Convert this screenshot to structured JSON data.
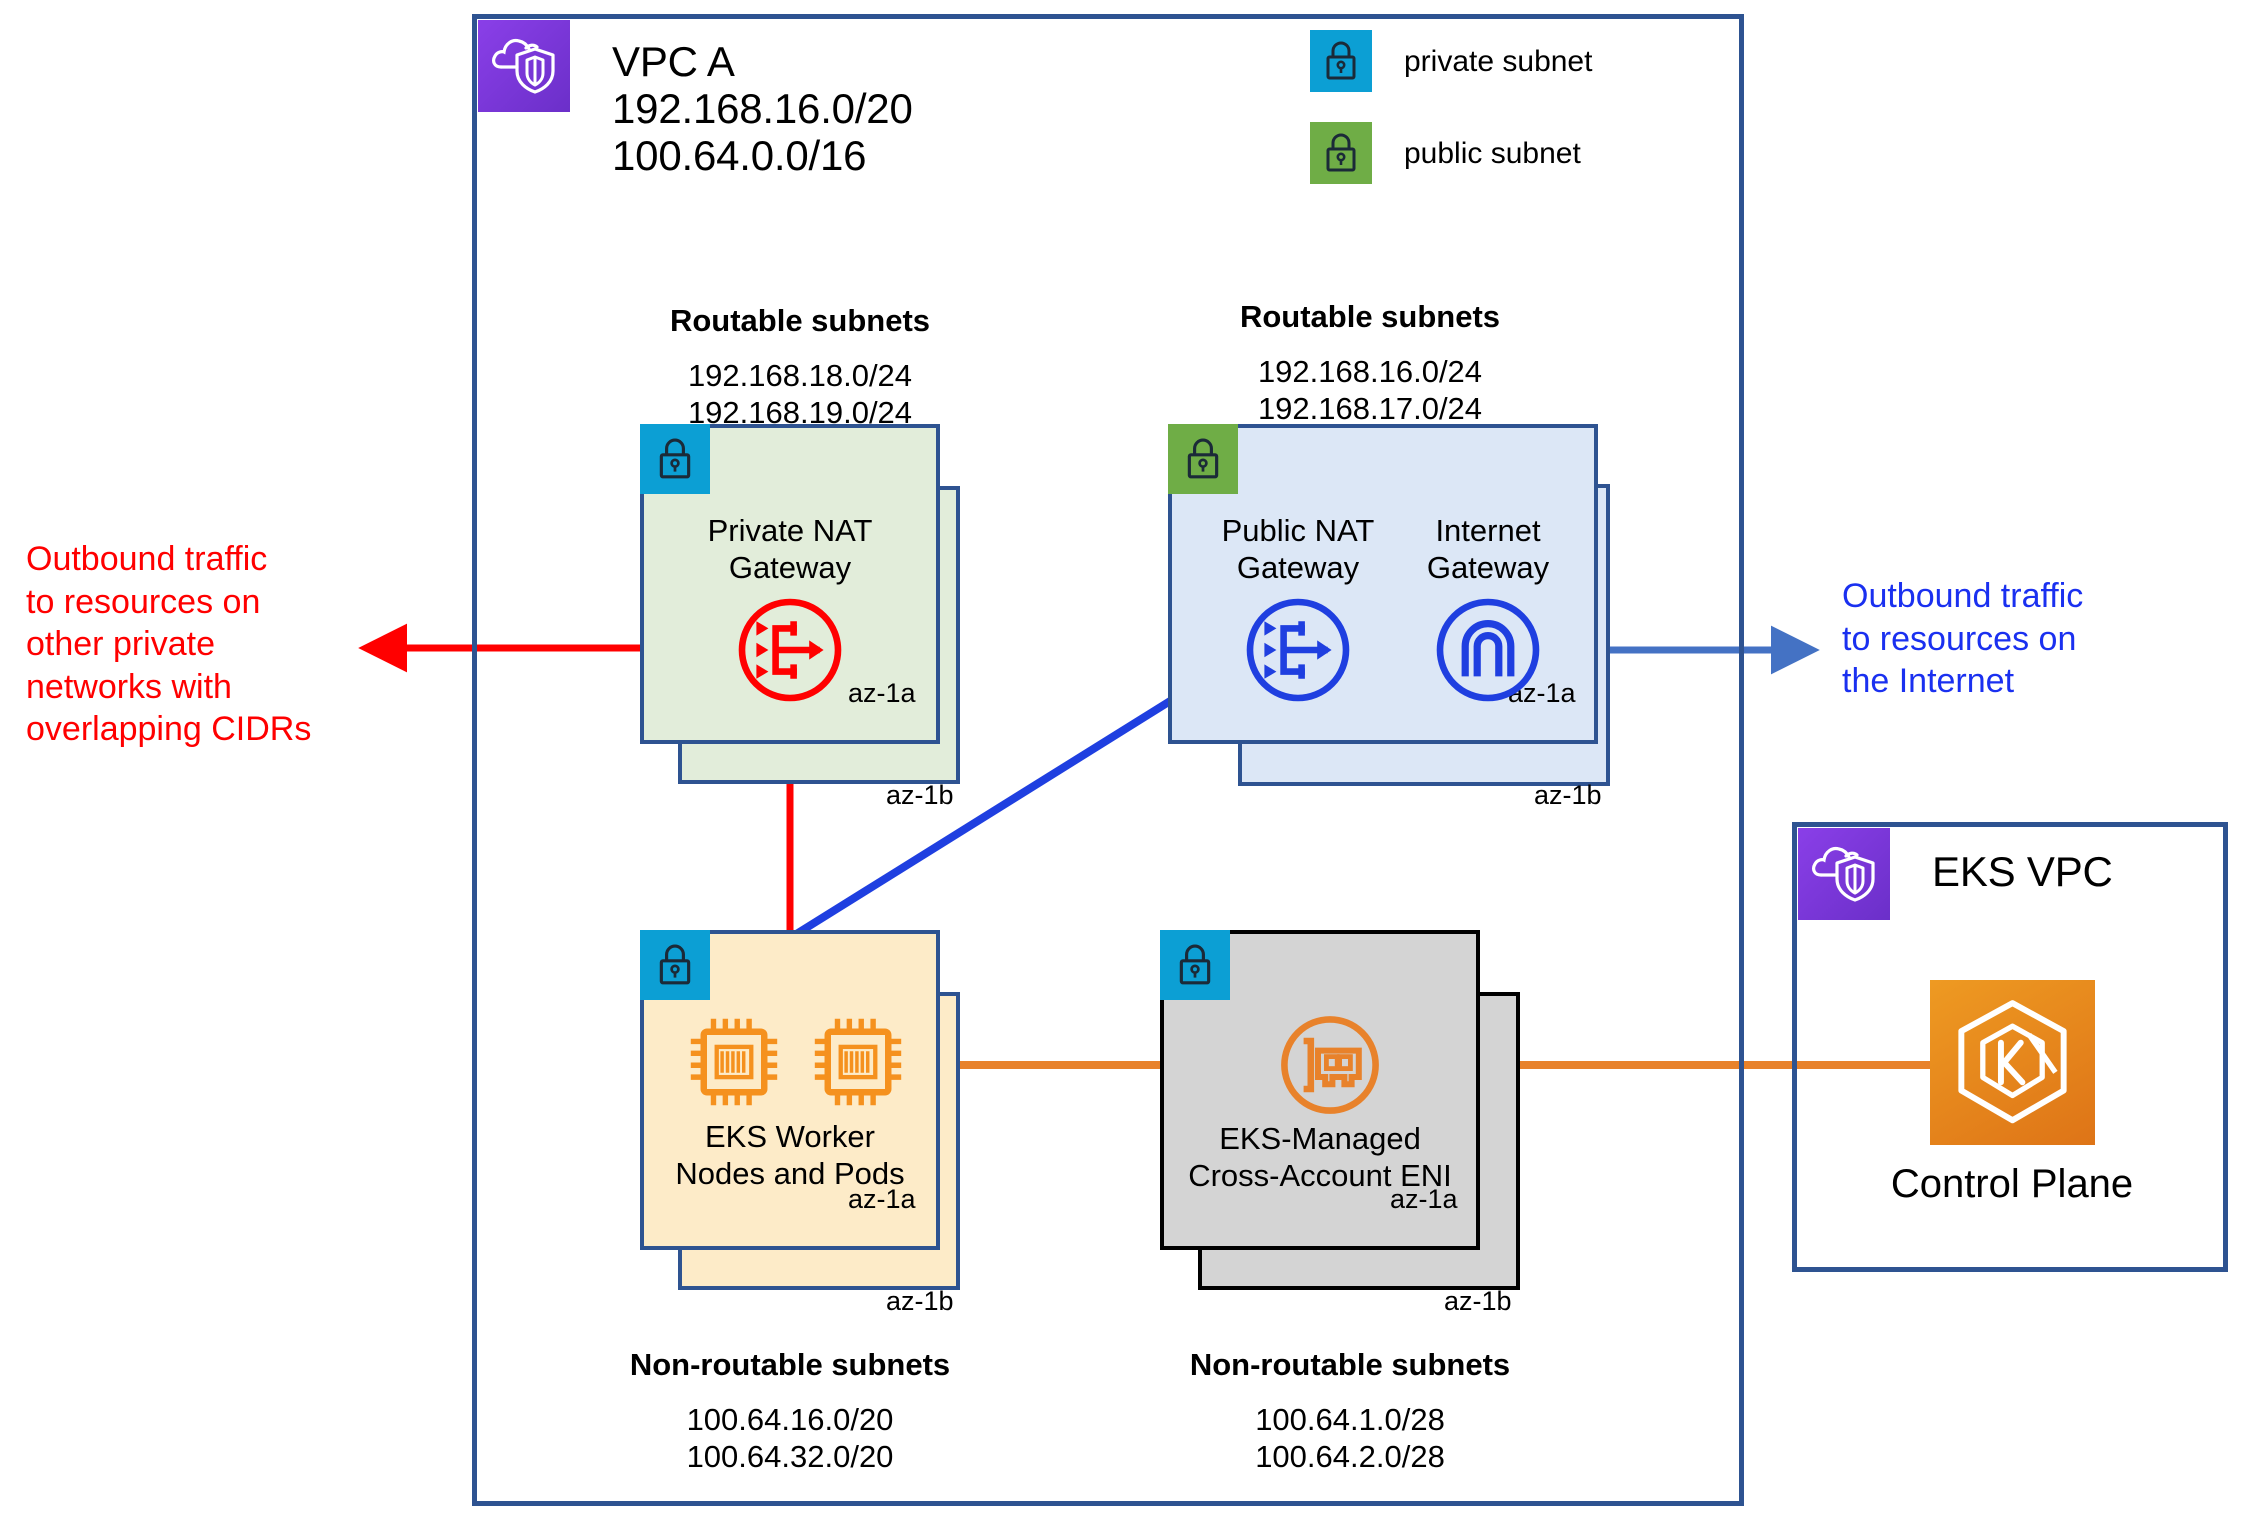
{
  "colors": {
    "vpc_border": "#2E5391",
    "vpc_icon_purple": "#7A31D8",
    "private_subnet_badge": "#0C9FD4",
    "public_subnet_badge": "#6FAD46",
    "private_nat_green_fill": "#E2EDDA",
    "public_subnet_blue_fill": "#DCE7F6",
    "worker_node_fill": "#FDEBC8",
    "eni_grey_fill": "#D4D4D4",
    "eni_grey_border": "#000000",
    "red_arrow": "#FF0000",
    "blue_arrow": "#1F3FE0",
    "steel_blue_line": "#4472C4",
    "orange_arrow": "#E8822B",
    "control_plane_orange": "#E8871F",
    "text_black": "#000000"
  },
  "vpc_a": {
    "icon": "vpc-cloud-shield-icon",
    "title": "VPC A\n192.168.16.0/20\n100.64.0.0/16"
  },
  "legend": {
    "items": [
      {
        "icon": "lock-icon",
        "label": "private subnet",
        "swatch": "#0C9FD4"
      },
      {
        "icon": "lock-icon",
        "label": "public subnet",
        "swatch": "#6FAD46"
      }
    ]
  },
  "subnet_groups": {
    "private_nat_routable": {
      "heading": "Routable subnets",
      "cidrs": "192.168.18.0/24\n192.168.19.0/24"
    },
    "public_routable": {
      "heading": "Routable subnets",
      "cidrs": "192.168.16.0/24\n192.168.17.0/24"
    },
    "worker_nonroutable": {
      "heading": "Non-routable subnets",
      "cidrs": "100.64.16.0/20\n100.64.32.0/20"
    },
    "eni_nonroutable": {
      "heading": "Non-routable subnets",
      "cidrs": "100.64.1.0/28\n100.64.2.0/28"
    }
  },
  "cards": {
    "private_nat": {
      "badge_icon": "lock-icon",
      "badge_type": "private",
      "label": "Private NAT\nGateway",
      "service_icon": "nat-gateway-icon",
      "az_front": "az-1a",
      "az_back": "az-1b"
    },
    "public_subnet": {
      "badge_icon": "lock-icon",
      "badge_type": "public",
      "label_nat": "Public NAT\nGateway",
      "label_igw": "Internet\nGateway",
      "service_icon_nat": "nat-gateway-icon",
      "service_icon_igw": "internet-gateway-icon",
      "az_front": "az-1a",
      "az_back": "az-1b"
    },
    "worker_nodes": {
      "badge_icon": "lock-icon",
      "badge_type": "private",
      "label": "EKS Worker\nNodes and Pods",
      "service_icon": "compute-chip-icon",
      "az_front": "az-1a",
      "az_back": "az-1b"
    },
    "cross_account_eni": {
      "badge_icon": "lock-icon",
      "badge_type": "private",
      "label": "EKS-Managed\nCross-Account ENI",
      "service_icon": "network-interface-icon",
      "az_front": "az-1a",
      "az_back": "az-1b"
    }
  },
  "eks_vpc": {
    "icon": "vpc-cloud-shield-icon",
    "title": "EKS VPC",
    "control_plane": {
      "icon": "kubernetes-hexagon-icon",
      "label": "Control Plane"
    }
  },
  "annotations": {
    "left_red": "Outbound traffic\nto resources on\nother private\nnetworks with\noverlapping CIDRs",
    "right_blue": "Outbound traffic\nto resources on\nthe Internet"
  }
}
